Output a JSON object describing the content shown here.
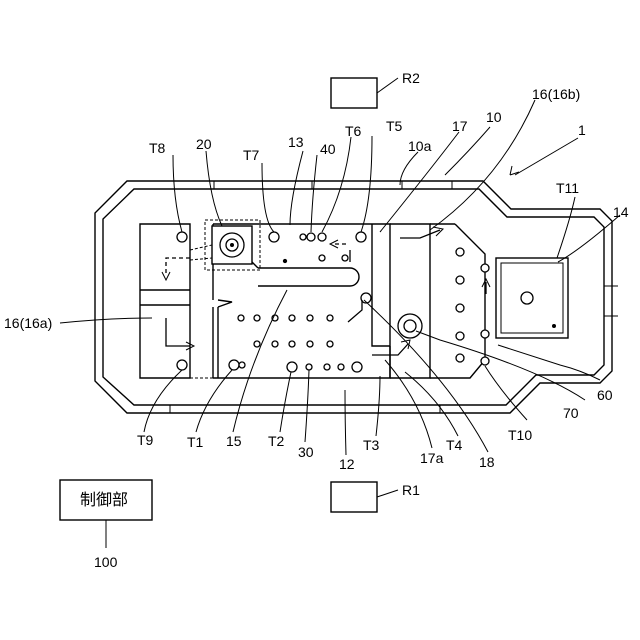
{
  "labels": {
    "r2": "R2",
    "r1": "R1",
    "l16b": "16(16b)",
    "l10": "10",
    "l1": "1",
    "l17": "17",
    "l10a": "10a",
    "t5": "T5",
    "t6": "T6",
    "l40": "40",
    "l13": "13",
    "t7": "T7",
    "l20": "20",
    "t8": "T8",
    "t11": "T11",
    "l14": "14",
    "l16a": "16(16a)",
    "l60": "60",
    "l70": "70",
    "t10": "T10",
    "t9": "T9",
    "t1": "T1",
    "l15": "15",
    "t2": "T2",
    "l30": "30",
    "l12": "12",
    "t3": "T3",
    "l17a": "17a",
    "t4": "T4",
    "l18": "18",
    "controller": "制御部",
    "l100": "100"
  }
}
